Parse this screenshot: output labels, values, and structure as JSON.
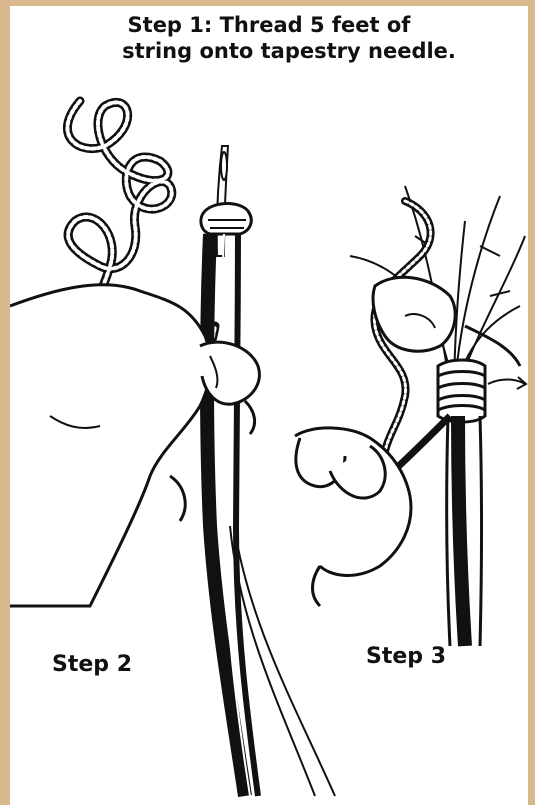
{
  "title": {
    "line1": "Step 1: Thread 5 feet of",
    "line2": "string onto tapestry needle."
  },
  "labels": {
    "step2": "Step 2",
    "step3": "Step 3"
  },
  "colors": {
    "border": "#d8b88c",
    "background": "#ffffff",
    "ink": "#111111"
  },
  "icons": [
    "needle-icon",
    "string-icon",
    "hand-icon",
    "knot-icon",
    "arrow-icon"
  ]
}
